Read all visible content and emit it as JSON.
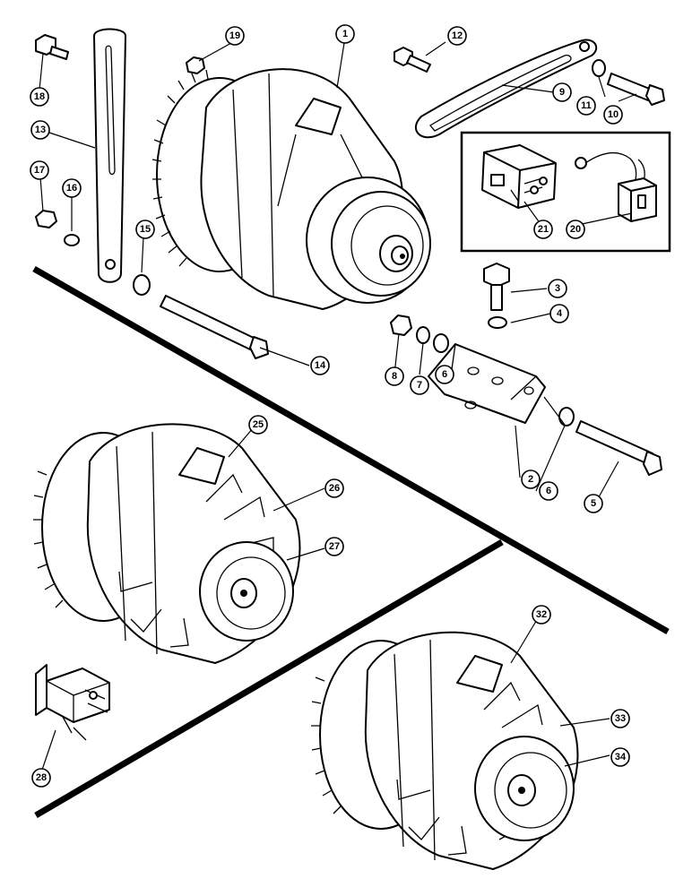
{
  "diagram": {
    "type": "exploded-parts-view",
    "line_color": "#000000",
    "background": "#ffffff"
  },
  "callouts": {
    "c1": "1",
    "c2": "2",
    "c3": "3",
    "c4": "4",
    "c5": "5",
    "c6a": "6",
    "c6b": "6",
    "c7": "7",
    "c8": "8",
    "c9": "9",
    "c10": "10",
    "c11": "11",
    "c12": "12",
    "c13": "13",
    "c14": "14",
    "c15": "15",
    "c16": "16",
    "c17": "17",
    "c18": "18",
    "c19": "19",
    "c20": "20",
    "c21": "21",
    "c25": "25",
    "c26": "26",
    "c27": "27",
    "c28": "28",
    "c32": "32",
    "c33": "33",
    "c34": "34"
  }
}
